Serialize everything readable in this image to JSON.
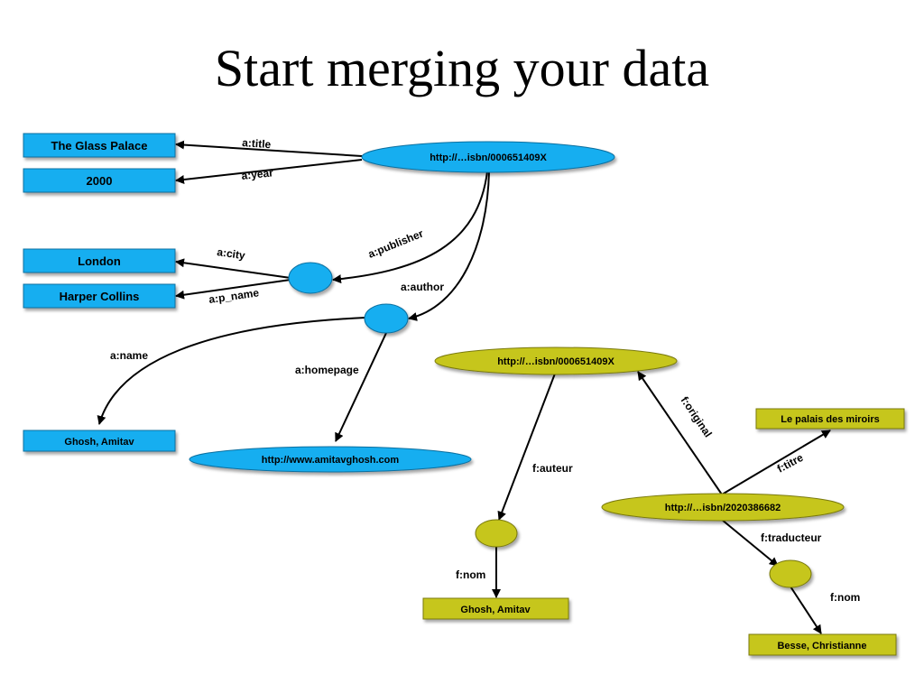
{
  "title": "Start merging your data",
  "colors": {
    "blue": "#14aef0",
    "olive": "#c6c61c",
    "edge": "#000000"
  },
  "english_graph": {
    "book_uri": "http://…isbn/000651409X",
    "title_value": "The Glass Palace",
    "year_value": "2000",
    "city_value": "London",
    "publisher_name_value": "Harper Collins",
    "author_name_value": "Ghosh, Amitav",
    "homepage_value": "http://www.amitavghosh.com",
    "edges": {
      "title": "a:title",
      "year": "a:year",
      "publisher": "a:publisher",
      "author": "a:author",
      "city": "a:city",
      "p_name": "a:p_name",
      "name": "a:name",
      "homepage": "a:homepage"
    }
  },
  "french_graph": {
    "original_uri": "http://…isbn/000651409X",
    "translation_uri": "http://…isbn/2020386682",
    "titre_value": "Le palais des miroirs",
    "auteur_nom_value": "Ghosh, Amitav",
    "traducteur_nom_value": "Besse, Christianne",
    "edges": {
      "auteur": "f:auteur",
      "nom_auteur": "f:nom",
      "original": "f:original",
      "titre": "f:titre",
      "traducteur": "f:traducteur",
      "nom_traducteur": "f:nom"
    }
  }
}
